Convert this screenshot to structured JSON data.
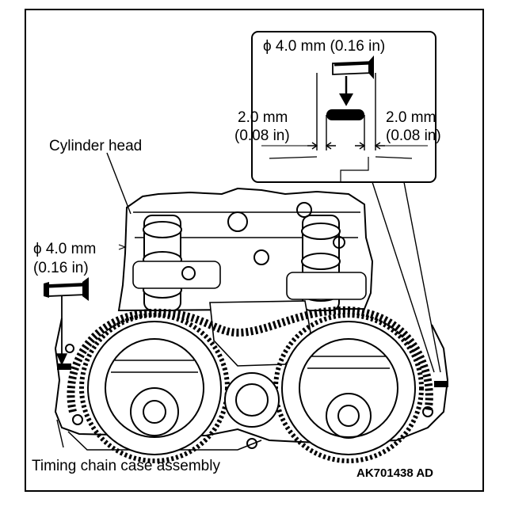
{
  "labels": {
    "callout_diameter": "ϕ 4.0 mm (0.16 in)",
    "left_gap_line1": "2.0 mm",
    "left_gap_line2": "(0.08 in)",
    "right_gap_line1": "2.0 mm",
    "right_gap_line2": "(0.08 in)",
    "cylinder_head": "Cylinder head",
    "pin_diameter_line1": "ϕ 4.0 mm",
    "pin_diameter_line2": "(0.16 in)",
    "timing_chain_case": "Timing chain case assembly",
    "figure_code": "AK701438 AD"
  },
  "colors": {
    "ink": "#000000",
    "paper": "#ffffff"
  }
}
